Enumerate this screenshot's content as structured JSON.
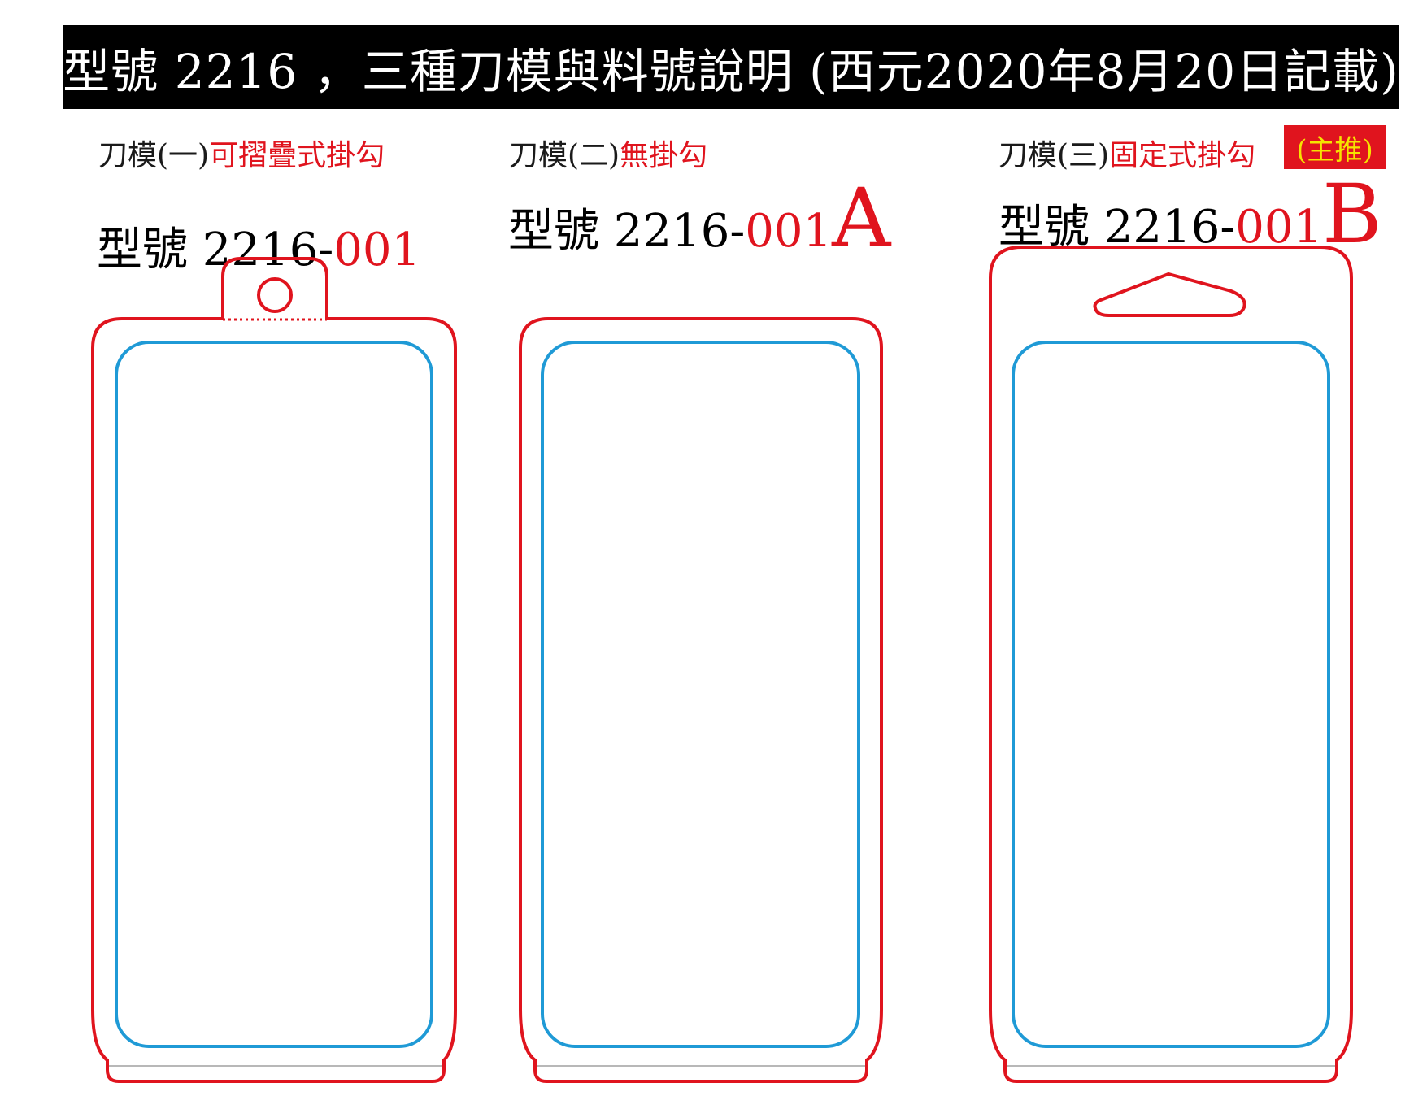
{
  "title": "型號 2216 ，三種刀模與料號說明 (西元2020年8月20日記載)",
  "colors": {
    "die_line": "#e0141e",
    "inner_line": "#1f9ad6",
    "fold_line": "#b8b8b8",
    "title_bg": "#000000",
    "badge_text": "#f5e400"
  },
  "dies": [
    {
      "prefix": "刀模(一)",
      "type": "可摺疊式掛勾",
      "model_prefix": "型號 2216-",
      "model_code": "001",
      "model_suffix": ""
    },
    {
      "prefix": "刀模(二)",
      "type": "無掛勾",
      "model_prefix": "型號 2216-",
      "model_code": "001",
      "model_suffix": "A"
    },
    {
      "prefix": "刀模(三)",
      "type": "固定式掛勾",
      "model_prefix": "型號 2216-",
      "model_code": "001",
      "model_suffix": "B",
      "badge": "(主推)"
    }
  ]
}
